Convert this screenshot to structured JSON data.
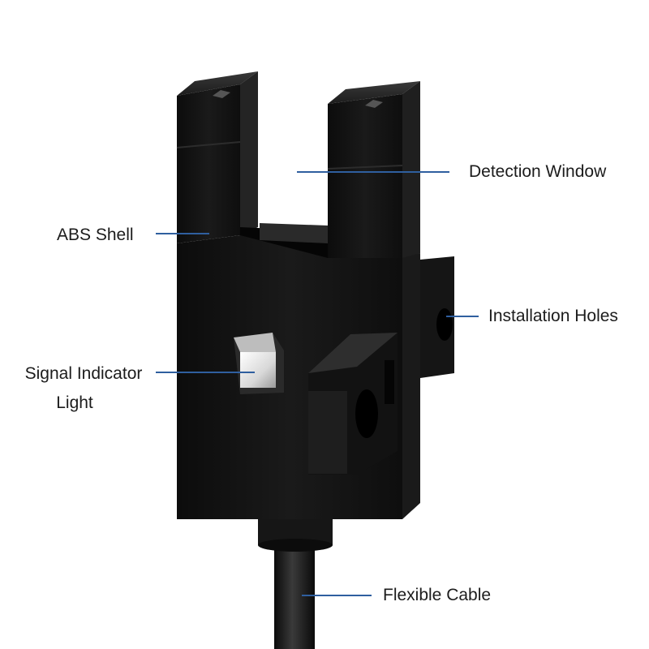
{
  "callouts": {
    "detection_window": "Detection Window",
    "abs_shell": "ABS Shell",
    "installation_holes": "Installation Holes",
    "signal_indicator_line1": "Signal Indicator",
    "signal_indicator_line2": "Light",
    "flexible_cable": "Flexible Cable"
  },
  "colors": {
    "leader_line": "#2f5f9f",
    "sensor_body": "#111111",
    "background": "#ffffff"
  },
  "icons": {
    "product": "u-slot-photoelectric-sensor"
  }
}
